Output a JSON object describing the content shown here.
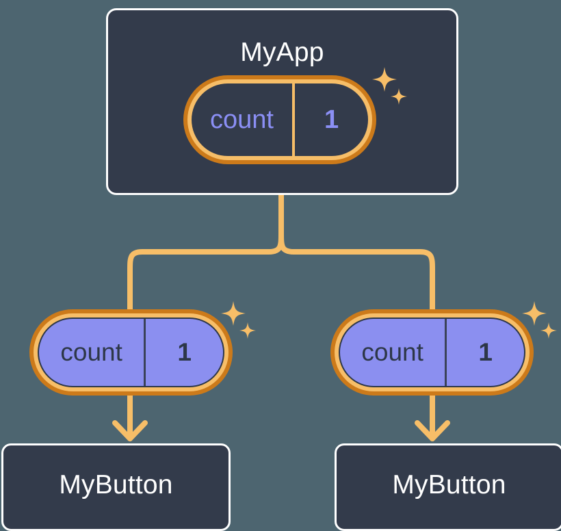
{
  "diagram": {
    "title": "component-state-tree",
    "background_color": "#4d6570",
    "accent_amber": "#f7be68",
    "accent_orange": "#cc7a1a",
    "periwinkle": "#8b8ff0",
    "dark_navy": "#333b4b"
  },
  "root": {
    "label": "MyApp",
    "signal": {
      "key": "count",
      "value": "1"
    },
    "sparkle_icon": "sparkles-icon"
  },
  "children": [
    {
      "signal": {
        "key": "count",
        "value": "1"
      },
      "sparkle_icon": "sparkles-icon",
      "component": {
        "label": "MyButton"
      }
    },
    {
      "signal": {
        "key": "count",
        "value": "1"
      },
      "sparkle_icon": "sparkles-icon",
      "component": {
        "label": "MyButton"
      }
    }
  ]
}
